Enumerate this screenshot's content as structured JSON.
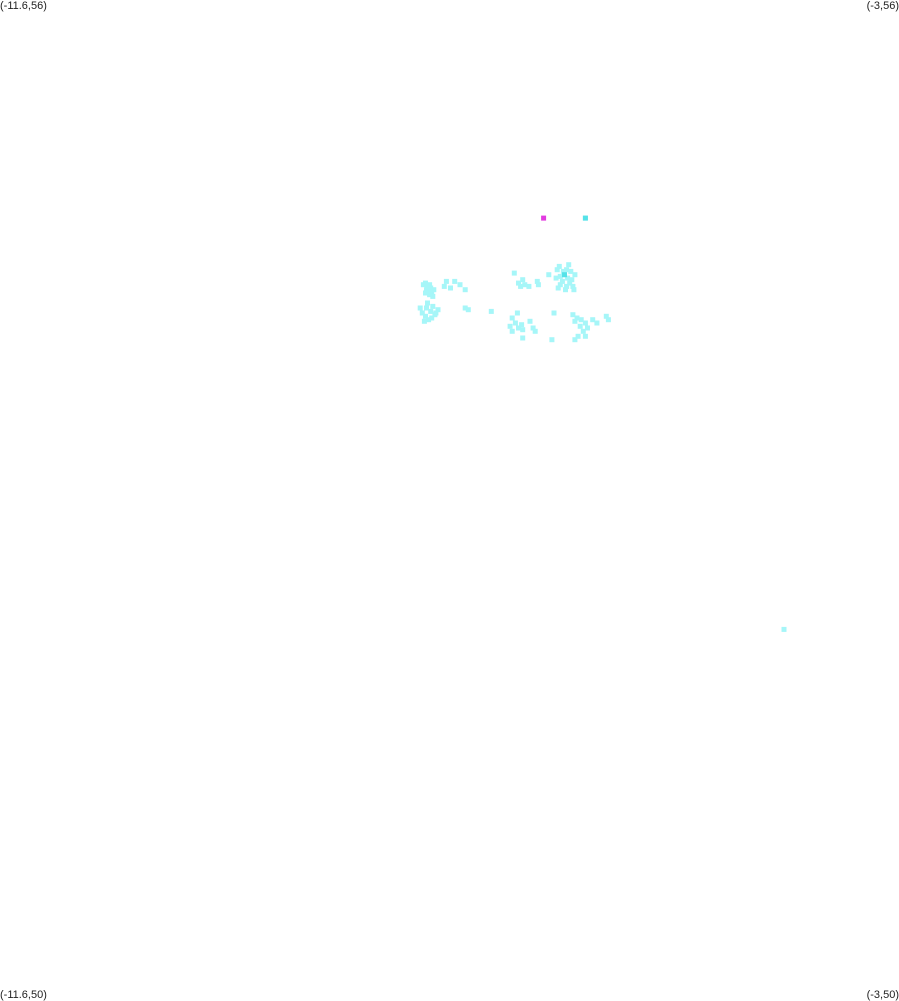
{
  "corners": {
    "top_left": "(-11.6,56)",
    "top_right": "(-3,56)",
    "bottom_left": "(-11.6,50)",
    "bottom_right": "(-3,50)"
  },
  "colors": {
    "background": "#ffffff",
    "cluster": "#a6f6f8",
    "cluster_dark": "#55e2e8",
    "highlight": "#e23be0"
  },
  "chart_data": {
    "type": "scatter",
    "xlim": [
      -11.6,
      -3
    ],
    "ylim": [
      50,
      56
    ],
    "grid": false,
    "series": [
      {
        "color": "#a6f6f8",
        "points": [
          [
            -7.55,
            54.29
          ],
          [
            -7.53,
            54.3
          ],
          [
            -7.51,
            54.28
          ],
          [
            -7.49,
            54.29
          ],
          [
            -7.48,
            54.27
          ],
          [
            -7.52,
            54.26
          ],
          [
            -7.5,
            54.25
          ],
          [
            -7.47,
            54.24
          ],
          [
            -7.53,
            54.24
          ],
          [
            -7.49,
            54.23
          ],
          [
            -7.45,
            54.26
          ],
          [
            -7.46,
            54.22
          ],
          [
            -6.35,
            54.35
          ],
          [
            -6.68,
            54.36
          ],
          [
            -6.6,
            54.32
          ],
          [
            -6.62,
            54.28
          ],
          [
            -6.58,
            54.29
          ],
          [
            -6.54,
            54.28
          ],
          [
            -6.64,
            54.3
          ],
          [
            -6.46,
            54.31
          ],
          [
            -6.45,
            54.29
          ],
          [
            -6.25,
            54.4
          ],
          [
            -6.18,
            54.38
          ],
          [
            -6.14,
            54.37
          ],
          [
            -6.2,
            54.35
          ],
          [
            -6.24,
            54.34
          ],
          [
            -6.17,
            54.33
          ],
          [
            -6.22,
            54.31
          ],
          [
            -6.15,
            54.3
          ],
          [
            -6.18,
            54.28
          ],
          [
            -6.26,
            54.27
          ],
          [
            -6.12,
            54.28
          ],
          [
            -6.1,
            54.35
          ],
          [
            -6.27,
            54.38
          ],
          [
            -6.16,
            54.41
          ],
          [
            -6.21,
            54.37
          ],
          [
            -6.13,
            54.32
          ],
          [
            -6.24,
            54.29
          ],
          [
            -6.19,
            54.26
          ],
          [
            -6.11,
            54.26
          ],
          [
            -6.28,
            54.33
          ],
          [
            -7.25,
            54.31
          ],
          [
            -7.2,
            54.29
          ],
          [
            -7.33,
            54.31
          ],
          [
            -7.29,
            54.27
          ],
          [
            -7.35,
            54.28
          ],
          [
            -7.15,
            54.26
          ],
          [
            -7.15,
            54.15
          ],
          [
            -7.12,
            54.14
          ],
          [
            -6.9,
            54.13
          ],
          [
            -6.65,
            54.12
          ],
          [
            -6.7,
            54.09
          ],
          [
            -6.67,
            54.06
          ],
          [
            -6.64,
            54.03
          ],
          [
            -6.61,
            54.05
          ],
          [
            -6.72,
            54.04
          ],
          [
            -6.7,
            54.01
          ],
          [
            -6.6,
            54.02
          ],
          [
            -6.53,
            54.07
          ],
          [
            -6.5,
            54.03
          ],
          [
            -6.48,
            54.01
          ],
          [
            -6.12,
            54.11
          ],
          [
            -6.1,
            54.07
          ],
          [
            -6.08,
            54.09
          ],
          [
            -6.04,
            54.08
          ],
          [
            -6.0,
            54.06
          ],
          [
            -6.05,
            54.04
          ],
          [
            -6.02,
            54.01
          ],
          [
            -6.07,
            53.98
          ],
          [
            -5.98,
            54.03
          ],
          [
            -5.93,
            54.08
          ],
          [
            -5.89,
            54.06
          ],
          [
            -5.78,
            54.08
          ],
          [
            -5.8,
            54.1
          ],
          [
            -6.3,
            54.12
          ],
          [
            -6.6,
            53.97
          ],
          [
            -6.32,
            53.96
          ],
          [
            -6.1,
            53.96
          ],
          [
            -6.0,
            53.98
          ],
          [
            -7.51,
            54.18
          ],
          [
            -7.48,
            54.13
          ],
          [
            -7.56,
            54.12
          ],
          [
            -7.53,
            54.1
          ],
          [
            -7.46,
            54.16
          ],
          [
            -7.5,
            54.08
          ],
          [
            -7.58,
            54.15
          ],
          [
            -7.44,
            54.11
          ],
          [
            -7.52,
            54.15
          ],
          [
            -7.47,
            54.09
          ],
          [
            -7.54,
            54.07
          ],
          [
            -7.41,
            54.14
          ],
          [
            -7.43,
            54.12
          ],
          [
            -4.1,
            52.22
          ],
          [
            -6.0,
            54.69
          ]
        ]
      },
      {
        "color": "#55e2e8",
        "points": [
          [
            -6.2,
            54.35
          ],
          [
            -6.0,
            54.69
          ]
        ]
      },
      {
        "color": "#e23be0",
        "points": [
          [
            -6.4,
            54.69
          ]
        ]
      }
    ]
  }
}
